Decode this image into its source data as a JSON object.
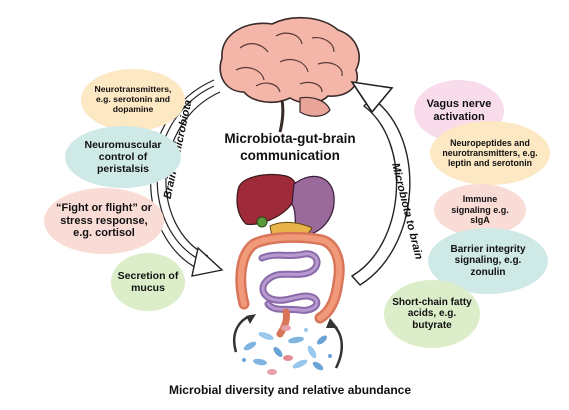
{
  "title": "Microbiota-gut-brain communication",
  "bottom_label": "Microbial diversity and relative abundance",
  "arrows": {
    "left": "Brain to microbiota",
    "right": "Microbiota to brain"
  },
  "left_bubbles": [
    {
      "id": "neurotransmitters",
      "text": "Neurotransmitters, e.g. serotonin and dopamine",
      "color": "#fde8c4"
    },
    {
      "id": "peristalsis",
      "text": "Neuromuscular control of peristalsis",
      "color": "#cfe9e7"
    },
    {
      "id": "stress",
      "text": "“Fight or flight” or stress response, e.g. cortisol",
      "color": "#fadcd6"
    },
    {
      "id": "mucus",
      "text": "Secretion of mucus",
      "color": "#dbeec9"
    }
  ],
  "right_bubbles": [
    {
      "id": "vagus",
      "text": "Vagus nerve activation",
      "color": "#f8dcec"
    },
    {
      "id": "neuropeptides",
      "text": "Neuropeptides and neurotransmitters, e.g. leptin and serotonin",
      "color": "#fde8c4"
    },
    {
      "id": "immune",
      "text": "Immune signaling e.g. sIgA",
      "color": "#fadcd6"
    },
    {
      "id": "barrier",
      "text": "Barrier integrity signaling, e.g. zonulin",
      "color": "#cfe9e7"
    },
    {
      "id": "scfa",
      "text": "Short-chain fatty acids, e.g. butyrate",
      "color": "#dbeec9"
    }
  ]
}
